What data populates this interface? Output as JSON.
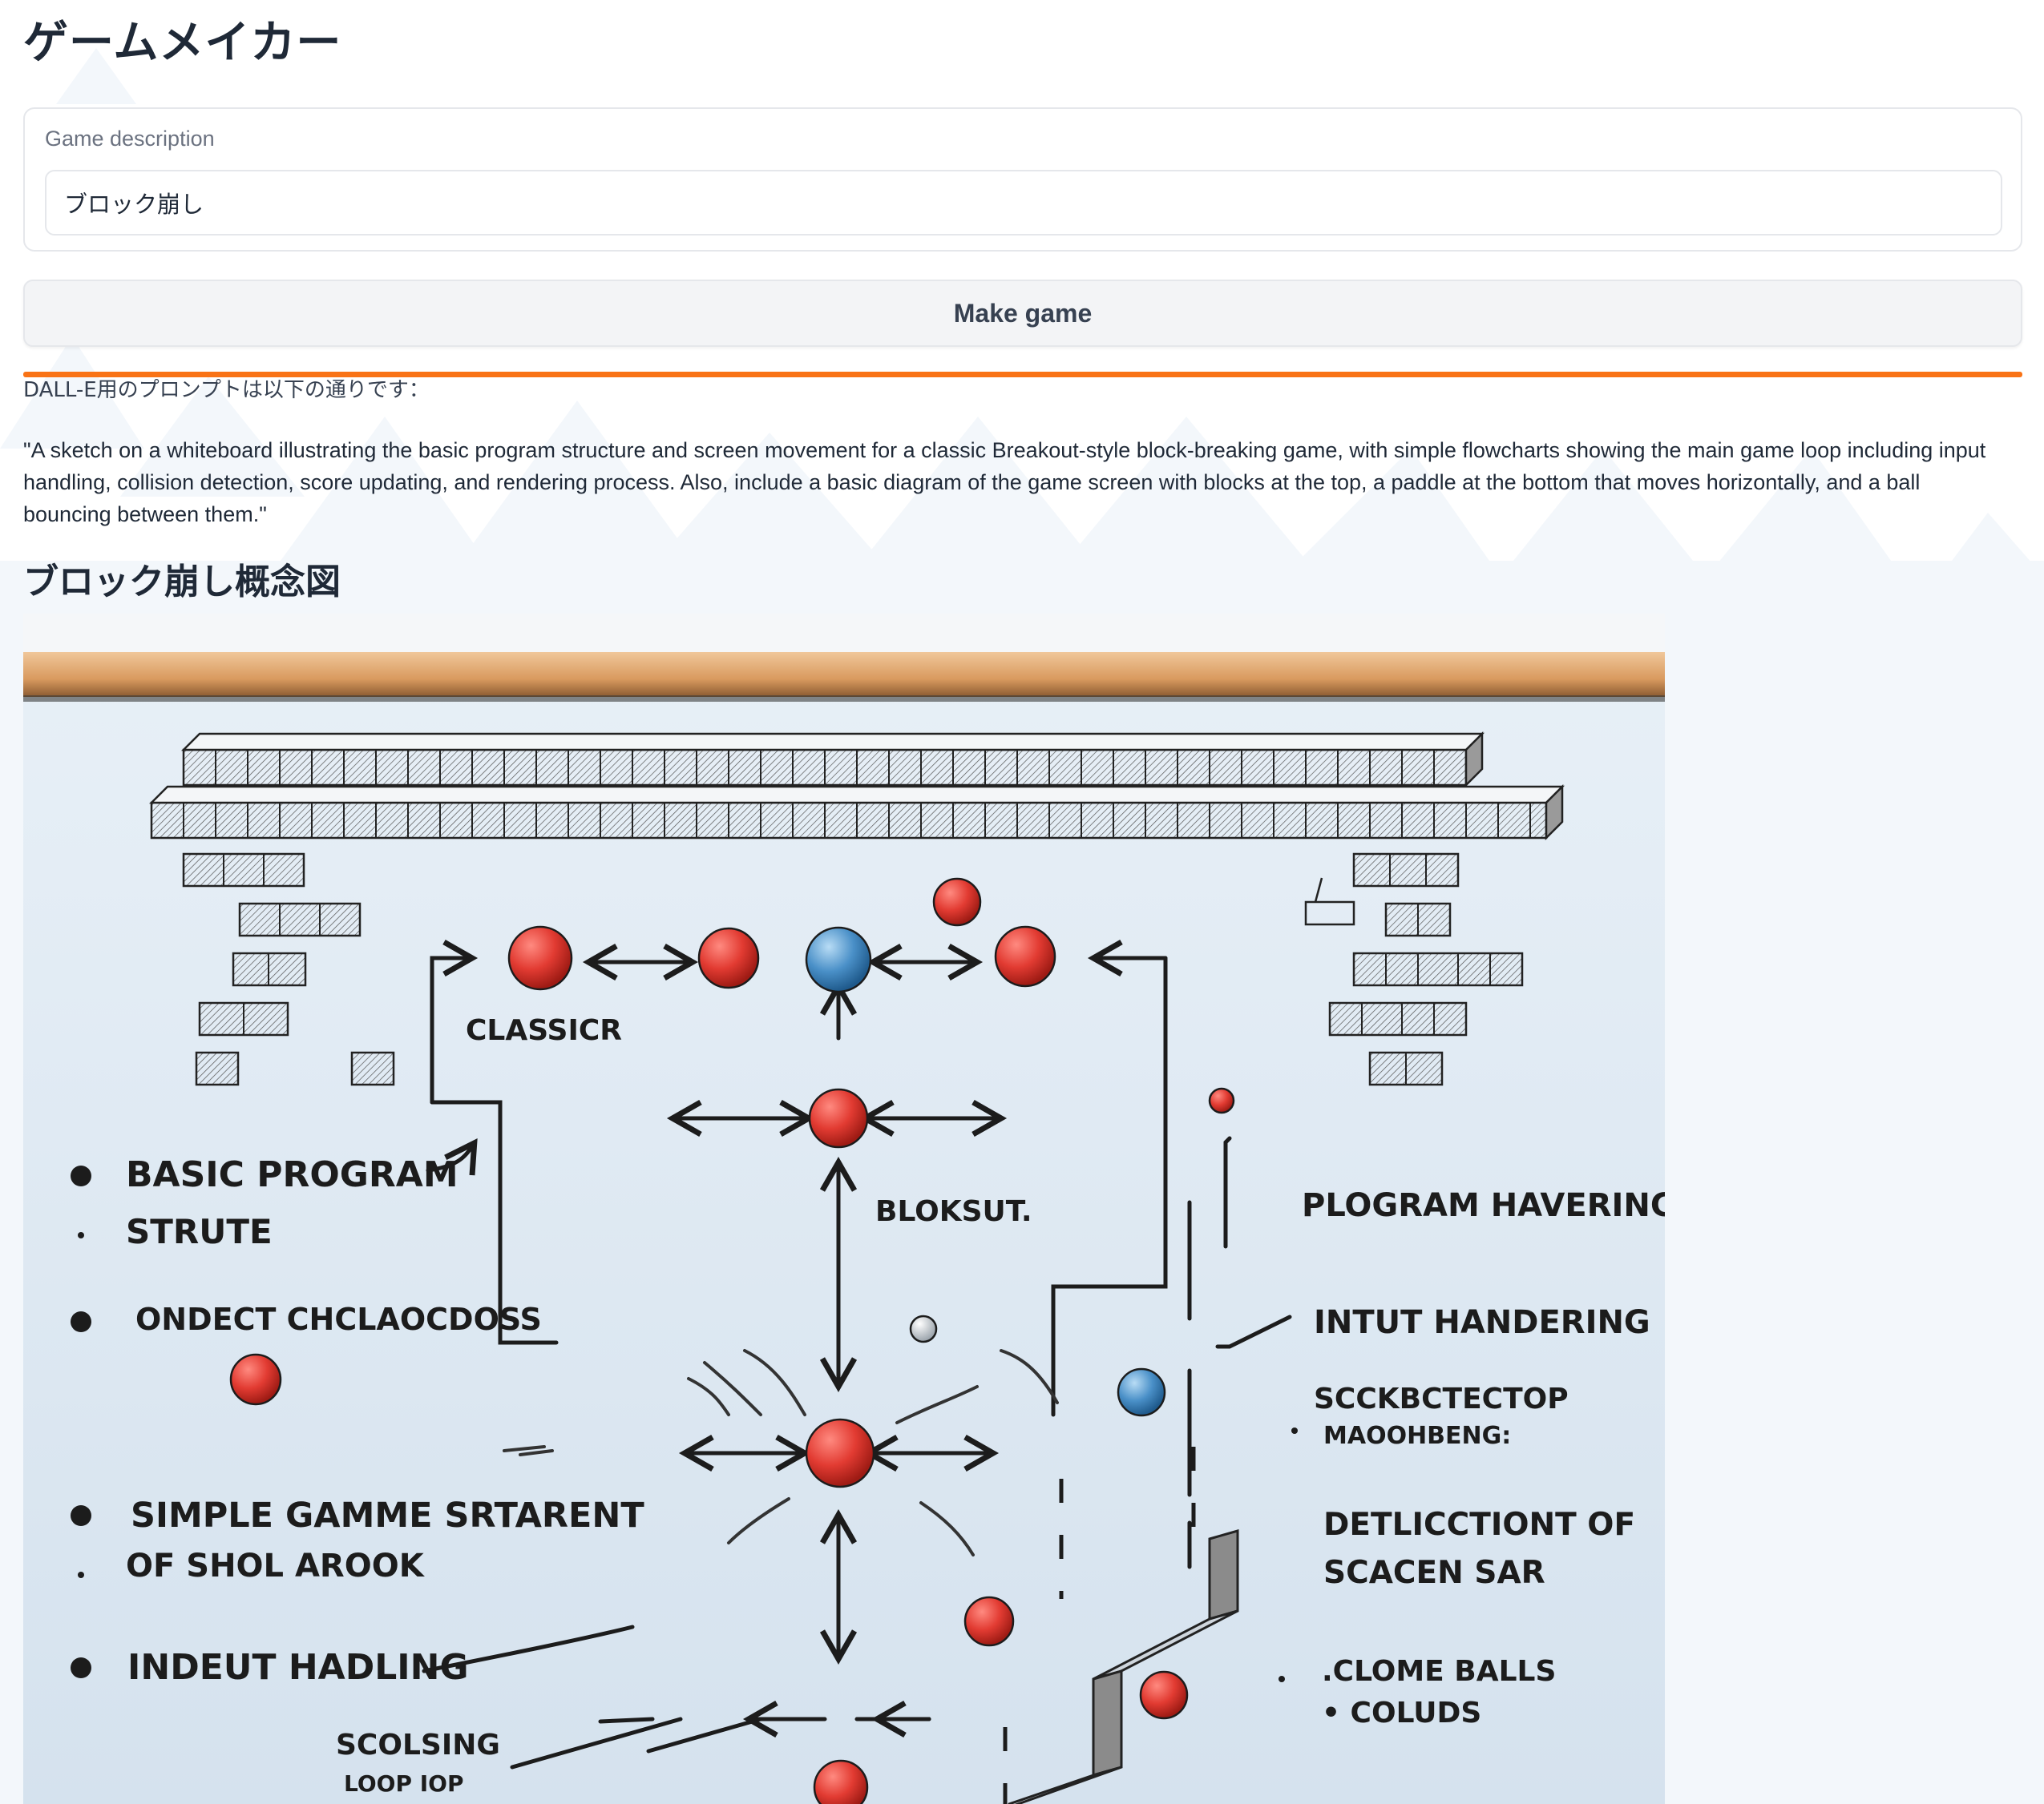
{
  "app": {
    "title": "ゲームメイカー"
  },
  "form": {
    "description_label": "Game description",
    "description_value": "ブロック崩し",
    "make_button_label": "Make game"
  },
  "output": {
    "prompt_intro": "DALL-E用のプロンプトは以下の通りです：",
    "prompt_text": "\"A sketch on a whiteboard illustrating the basic program structure and screen movement for a classic Breakout-style block-breaking game, with simple flowcharts showing the main game loop including input handling, collision detection, score updating, and rendering process. Also, include a basic diagram of the game screen with blocks at the top, a paddle at the bottom that moves horizontally, and a ball bouncing between them.\"",
    "section_title": "ブロック崩し概念図"
  },
  "image": {
    "labels": {
      "classicr": "CLASSICR",
      "basic_program": "BASIC  PROGRAM",
      "strute": "STRUTE",
      "ondect": "ONDECT  CHCLAOCDOSS",
      "simple_gamme": "SIMPLE  GAMME  SRTARENT",
      "or_shol": "OF  SHOL  AROOK",
      "indeut": "INDEUT  HADLING",
      "scolsing": "SCOLSING",
      "loop": "LOOP IOP",
      "bloksut": "BLOKSUT.",
      "plogram": "PLOGRAM  HAVERING",
      "intut": "INTUT  HANDERING",
      "sccke_1": "SCCKBCTECTOP",
      "sccke_2": "MAOOHBENG:",
      "detl_1": "DETLICCTIONT  OF",
      "detl_2": "SCACEN  SAR",
      "clome": ".CLOME  BALLS",
      "coluds": "• COLUDS"
    }
  },
  "colors": {
    "accent": "#f97316",
    "whiteboard": "#dde8f2",
    "frame": "#d99a5f",
    "ball_red": "#e23b32",
    "ball_blue": "#4a90c8"
  }
}
